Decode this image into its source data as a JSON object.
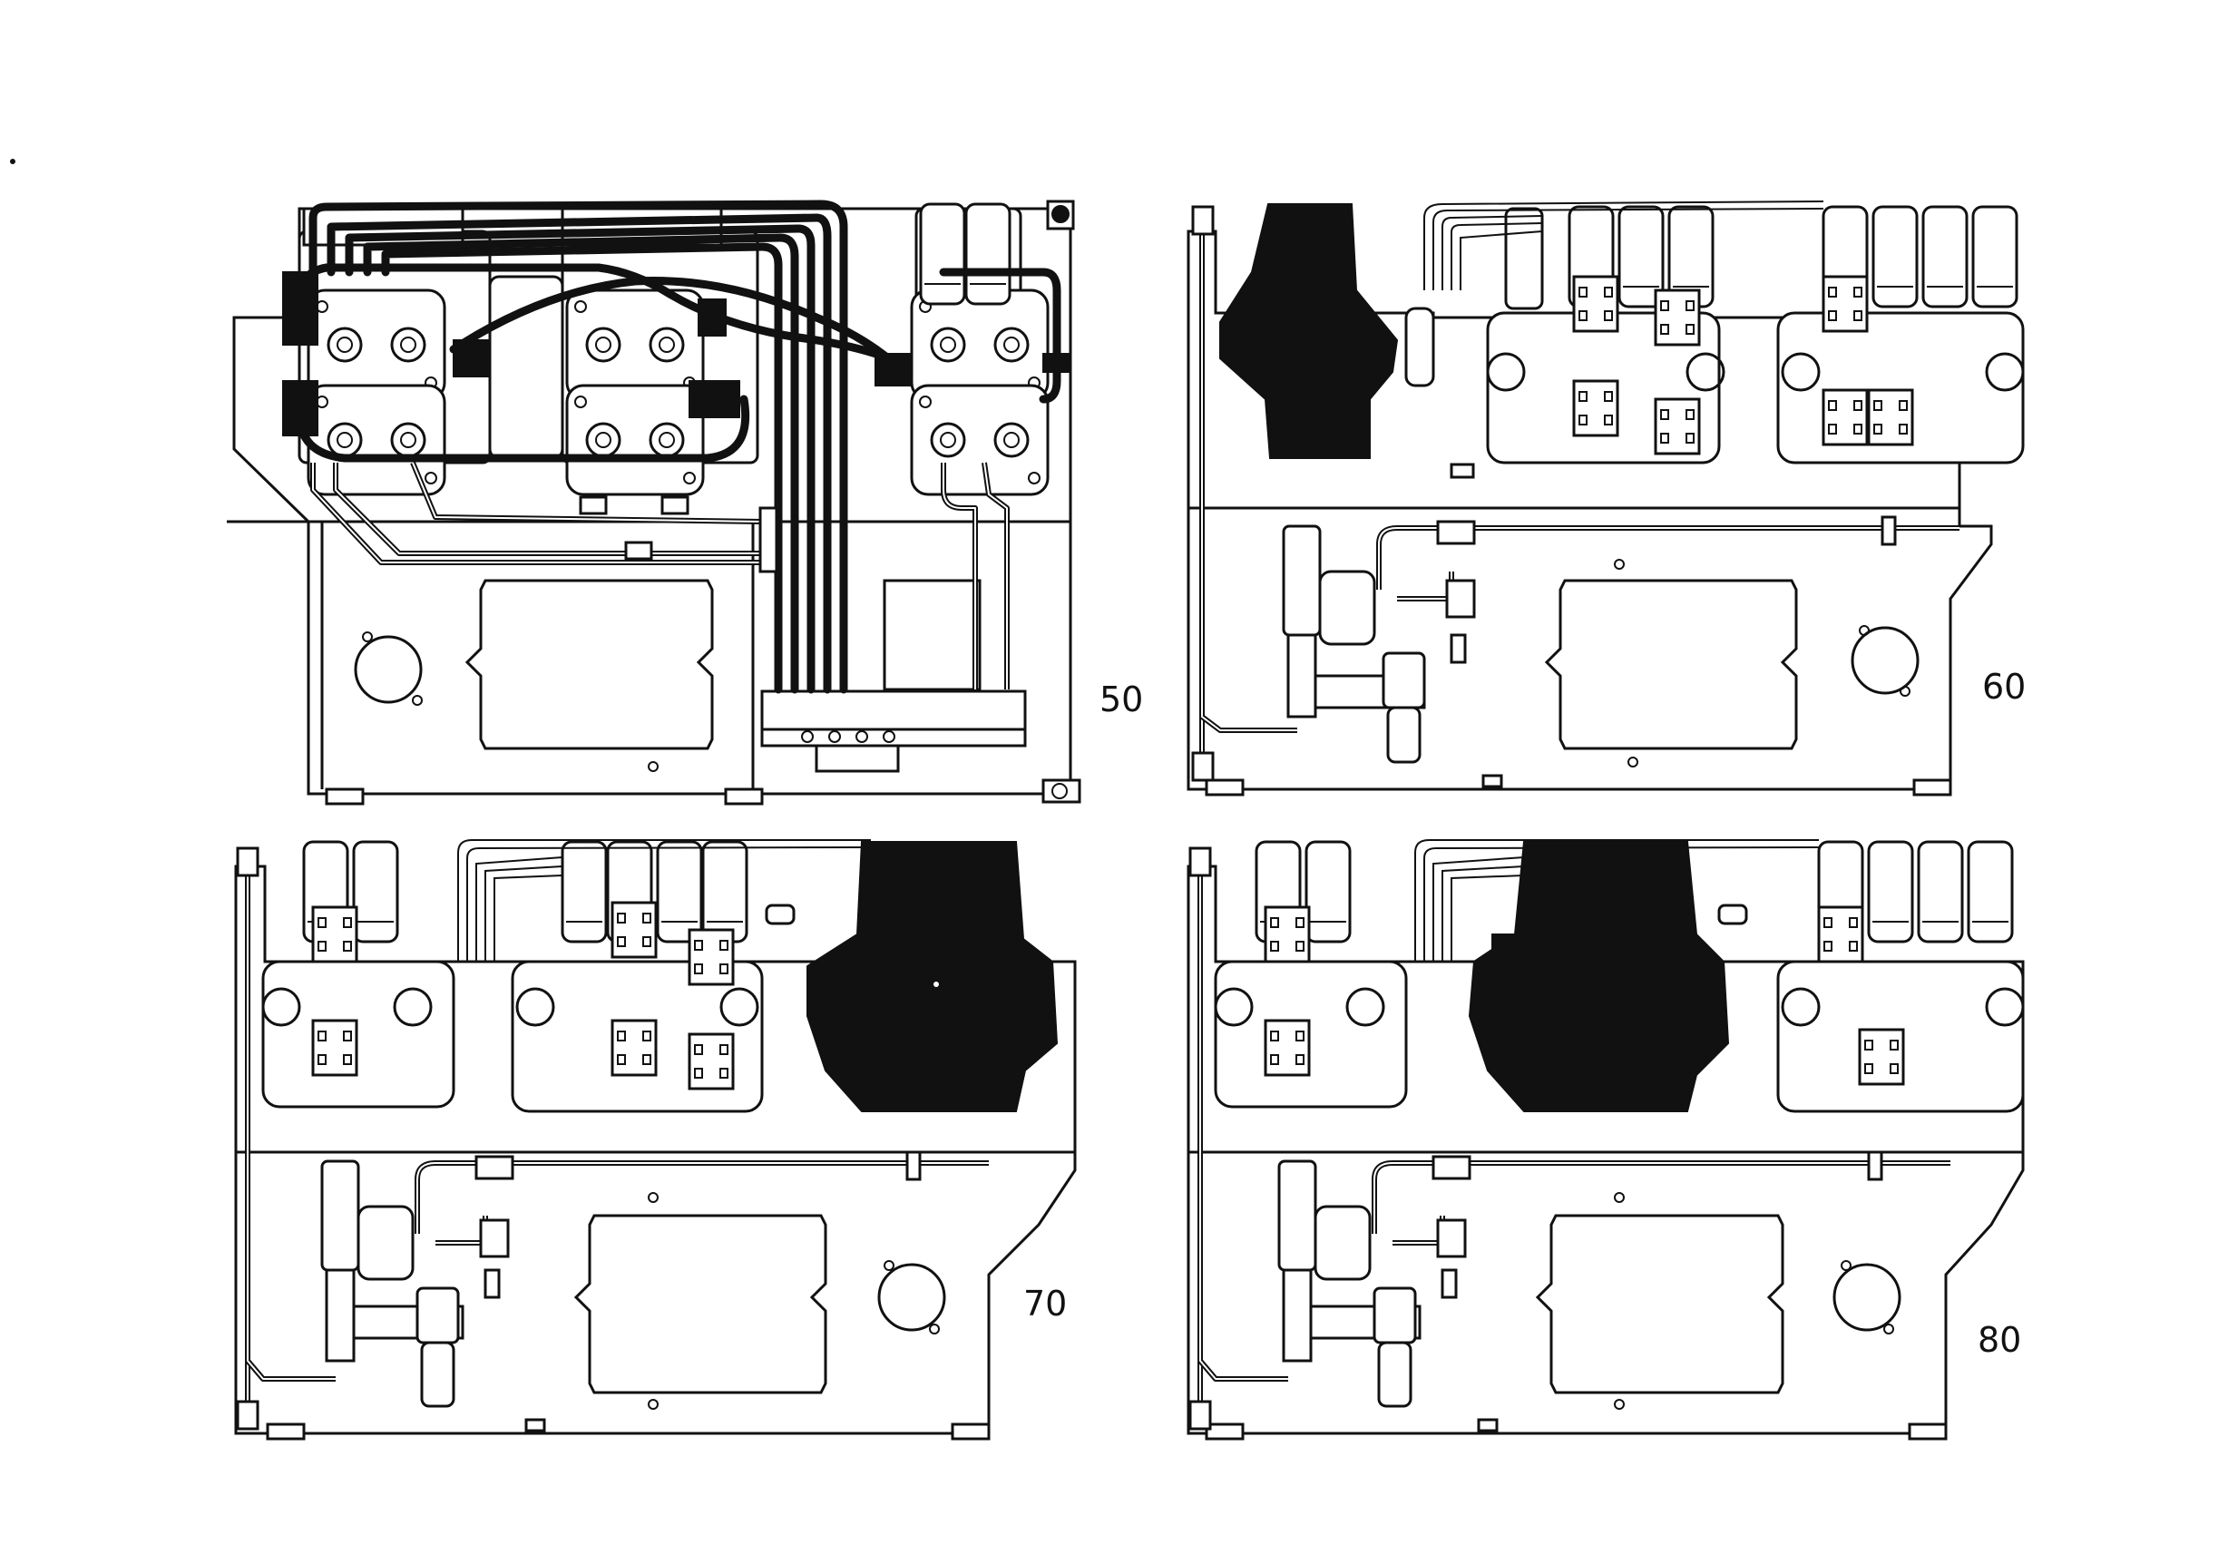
{
  "panels": [
    {
      "id": "panel-50",
      "label": "50"
    },
    {
      "id": "panel-60",
      "label": "60"
    },
    {
      "id": "panel-70",
      "label": "70"
    },
    {
      "id": "panel-80",
      "label": "80"
    }
  ]
}
